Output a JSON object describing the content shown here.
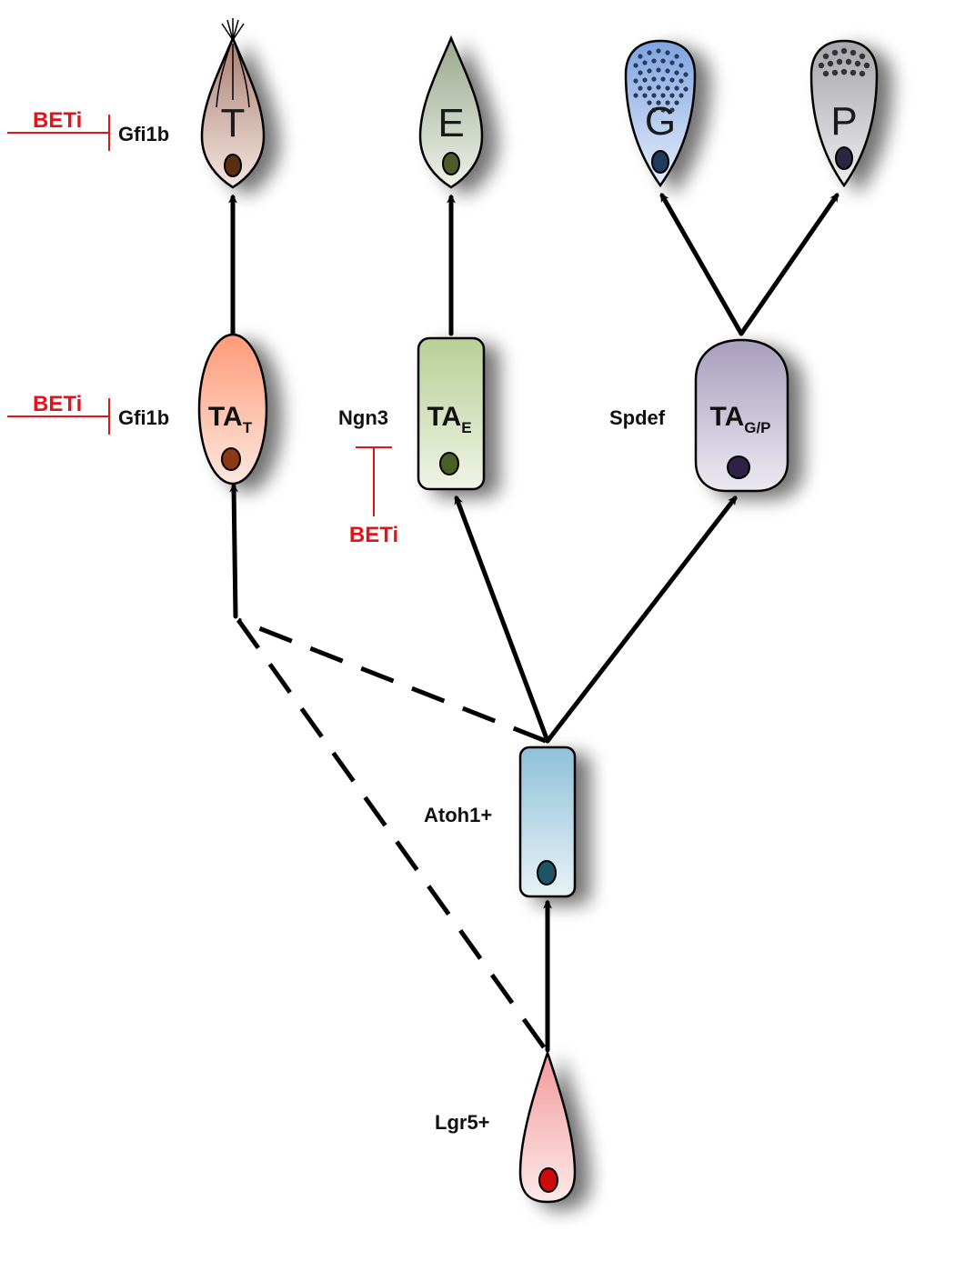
{
  "cells": {
    "t": {
      "label": "T",
      "fill": "#cfa89a"
    },
    "e": {
      "label": "E",
      "fill": "#c2cbb8"
    },
    "g": {
      "label": "G",
      "fill": "#a8c4ee"
    },
    "p": {
      "label": "P",
      "fill": "#c8c8cc"
    },
    "ta_t": {
      "main": "TA",
      "sub": "T",
      "fill": "#ff9e80"
    },
    "ta_e": {
      "main": "TA",
      "sub": "E",
      "fill": "#cbdbb0"
    },
    "ta_gp": {
      "main": "TA",
      "sub": "G/P",
      "fill": "#b4aac6"
    },
    "atoh1": {
      "fill": "#a9cfe0"
    },
    "lgr5": {
      "fill": "#f6b4b4"
    }
  },
  "labels": {
    "gfi1b_top": "Gfi1b",
    "gfi1b_mid": "Gfi1b",
    "ngn3": "Ngn3",
    "spdef": "Spdef",
    "atoh1": "Atoh1+",
    "lgr5": "Lgr5+"
  },
  "inhibitors": {
    "beti_top": "BETi",
    "beti_mid": "BETi",
    "beti_ngn3": "BETi"
  },
  "colors": {
    "inhibitor": "#e4131b",
    "edge": "#000000"
  }
}
